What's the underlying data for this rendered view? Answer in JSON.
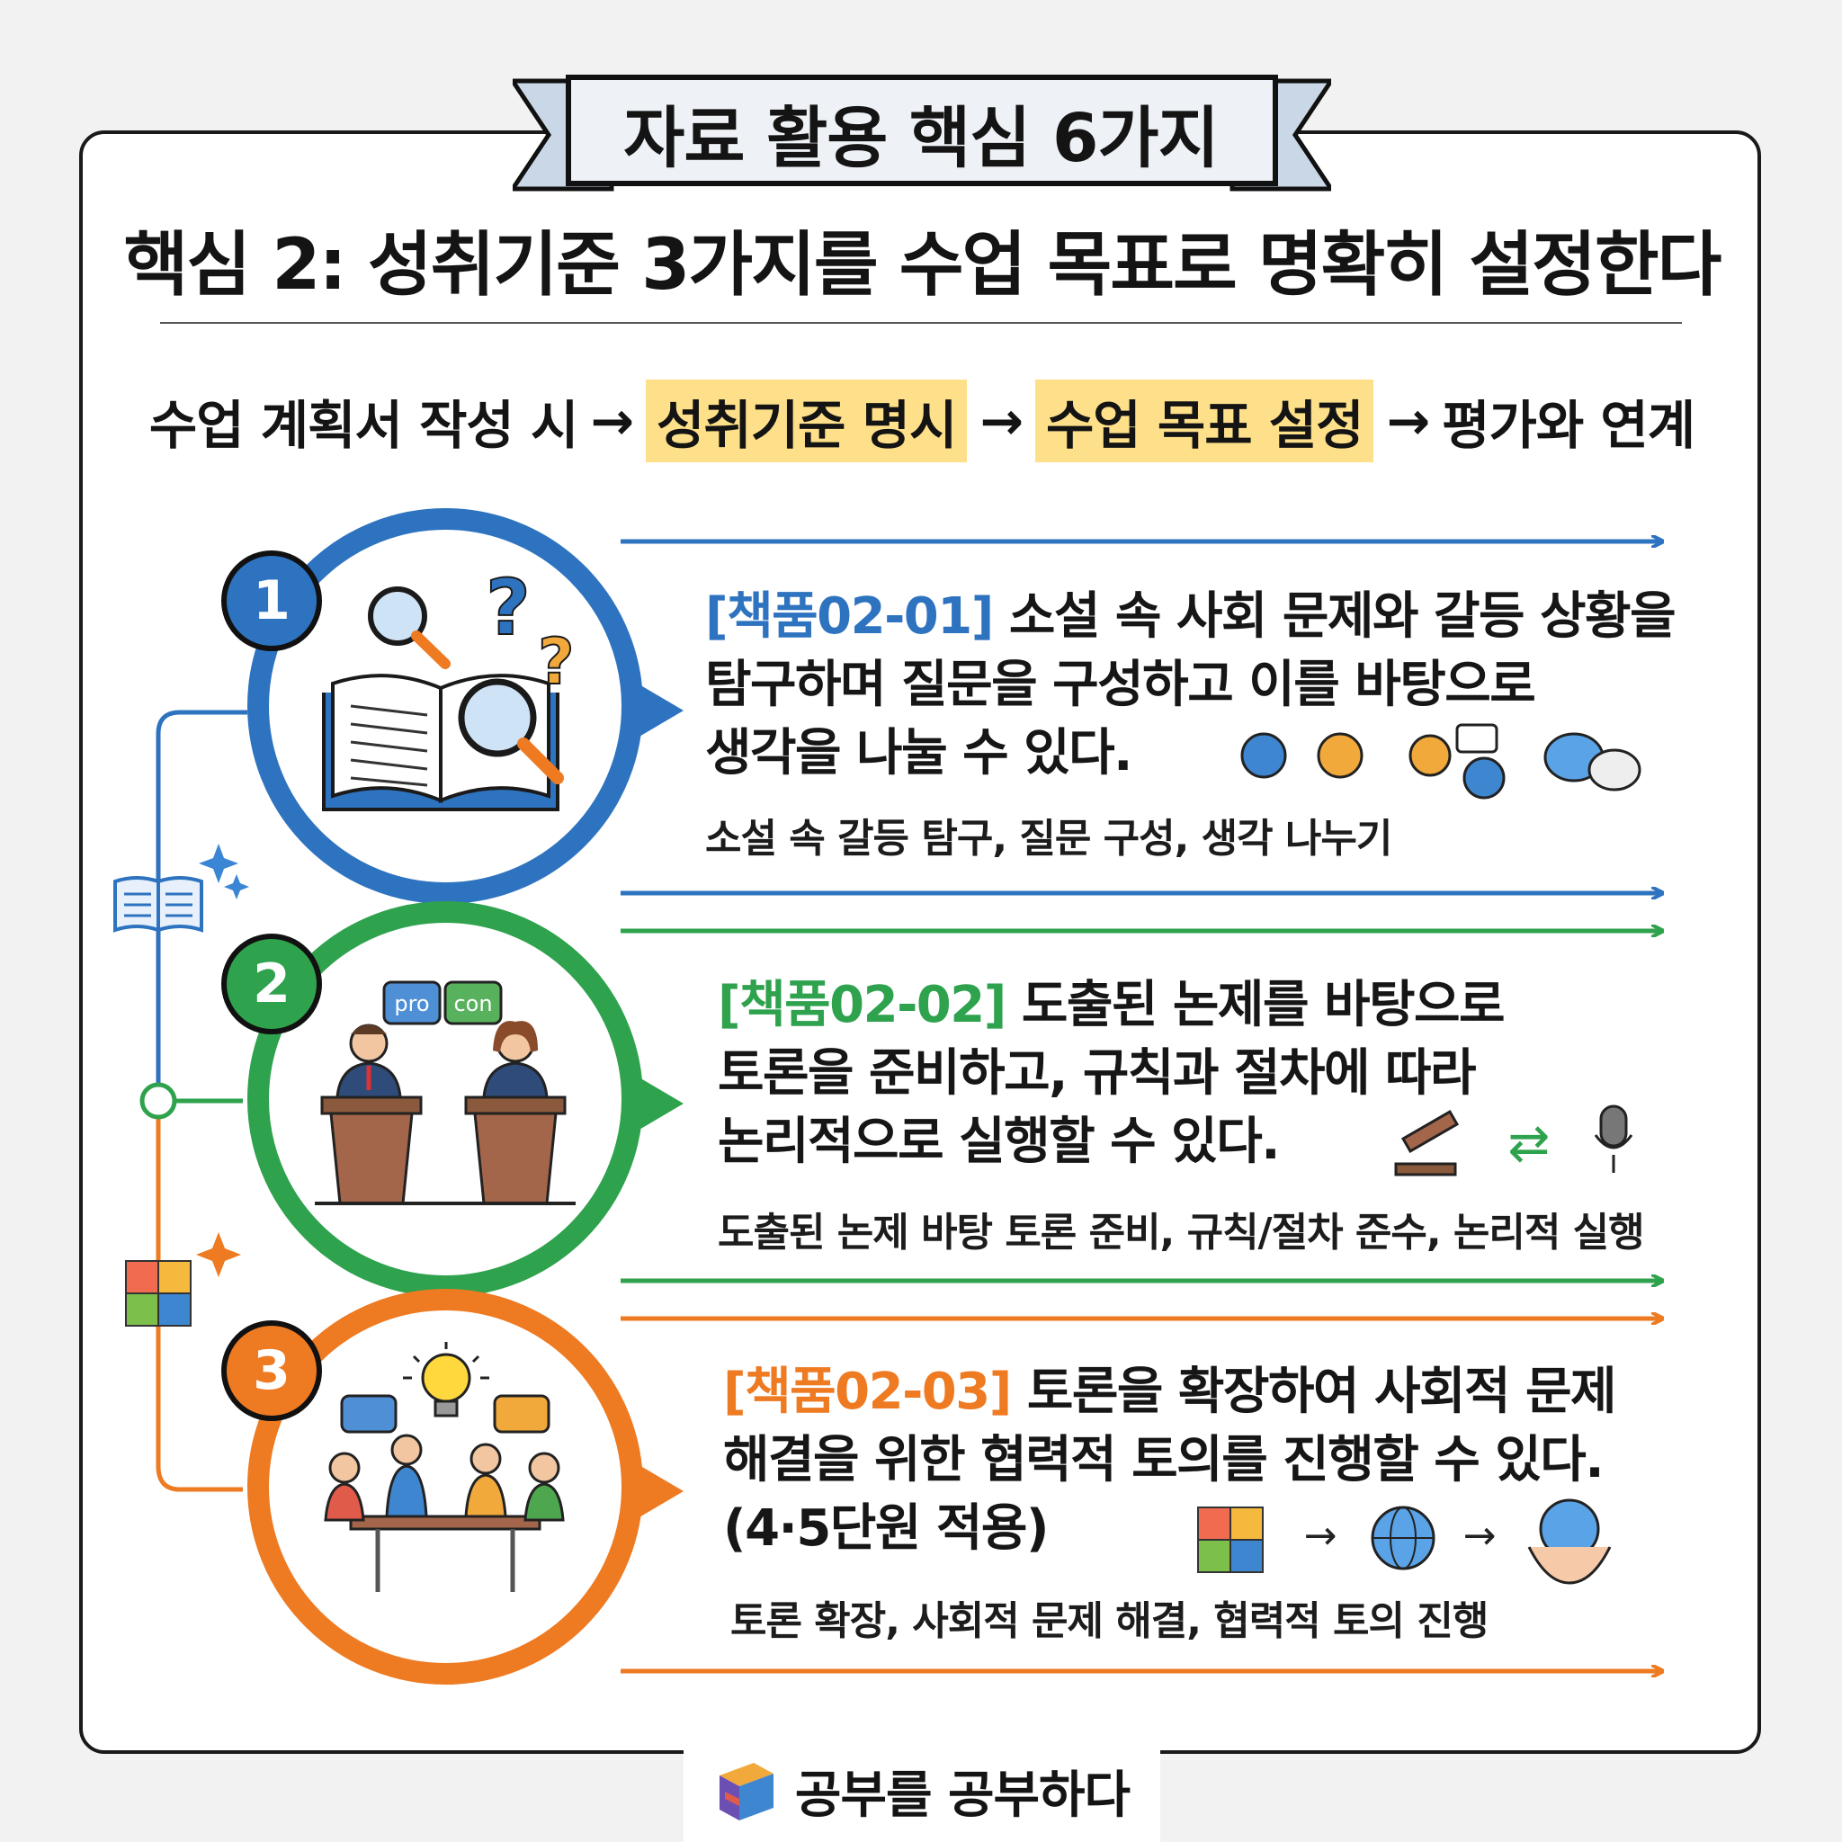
{
  "banner": {
    "title": "자료 활용 핵심 6가지"
  },
  "headline": "핵심 2: 성취기준 3가지를 수업 목표로 명확히 설정한다",
  "flow": {
    "step1": "수업 계획서 작성 시",
    "step2": "성취기준 명시",
    "step3": "수업 목표 설정",
    "step4": "평가와 연계",
    "arrow": "→"
  },
  "colors": {
    "blue": "#2e73bf",
    "green": "#2ea24d",
    "orange": "#ee7a22",
    "highlight": "#ffe08a"
  },
  "standards": [
    {
      "number": "1",
      "code": "[책품02-01]",
      "lines": [
        "소설 속 사회 문제와 갈등 상황을",
        "탐구하며 질문을 구성하고 이를 바탕으로",
        "생각을 나눌 수 있다."
      ],
      "summary": "소설 속 갈등 탐구, 질문 구성, 생각 나누기"
    },
    {
      "number": "2",
      "code": "[책품02-02]",
      "lines": [
        "도출된 논제를 바탕으로",
        "토론을 준비하고, 규칙과 절차에 따라",
        "논리적으로 실행할 수 있다."
      ],
      "summary": "도출된 논제 바탕 토론 준비, 규칙/절차 준수, 논리적 실행",
      "bubbles": [
        "pro",
        "con"
      ]
    },
    {
      "number": "3",
      "code": "[책품02-03]",
      "lines": [
        "토론을 확장하여 사회적 문제",
        "해결을 위한 협력적 토의를 진행할 수 있다.",
        "(4·5단원 적용)"
      ],
      "summary": "토론 확장, 사회적 문제 해결, 협력적 토의 진행",
      "flow_arrow": "→"
    }
  ],
  "footer": {
    "brand": "공부를 공부하다"
  }
}
